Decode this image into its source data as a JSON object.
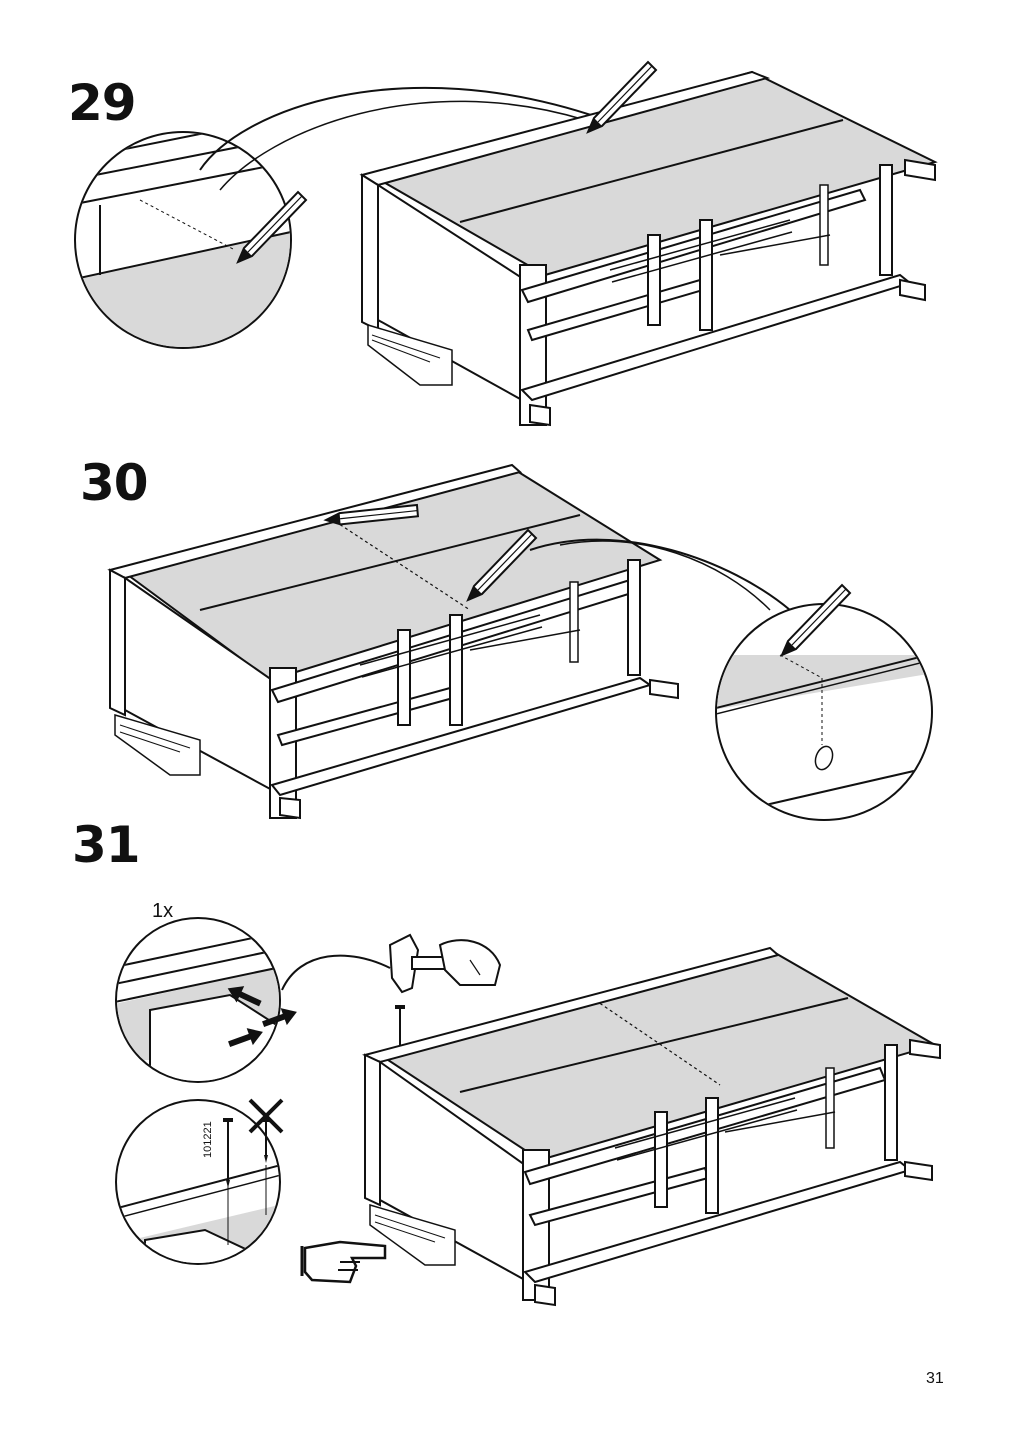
{
  "steps": [
    {
      "number": "29"
    },
    {
      "number": "30"
    },
    {
      "number": "31"
    }
  ],
  "step31": {
    "quantity": "1x",
    "part_number": "101221"
  },
  "page": {
    "number": "31"
  },
  "colors": {
    "ink": "#111111",
    "panel": "#d9d9d9",
    "background": "#ffffff"
  },
  "icons": [
    "pencil-icon",
    "hammer-icon",
    "nail-icon",
    "cross-icon",
    "pointing-hand-icon",
    "arrow-icon"
  ]
}
